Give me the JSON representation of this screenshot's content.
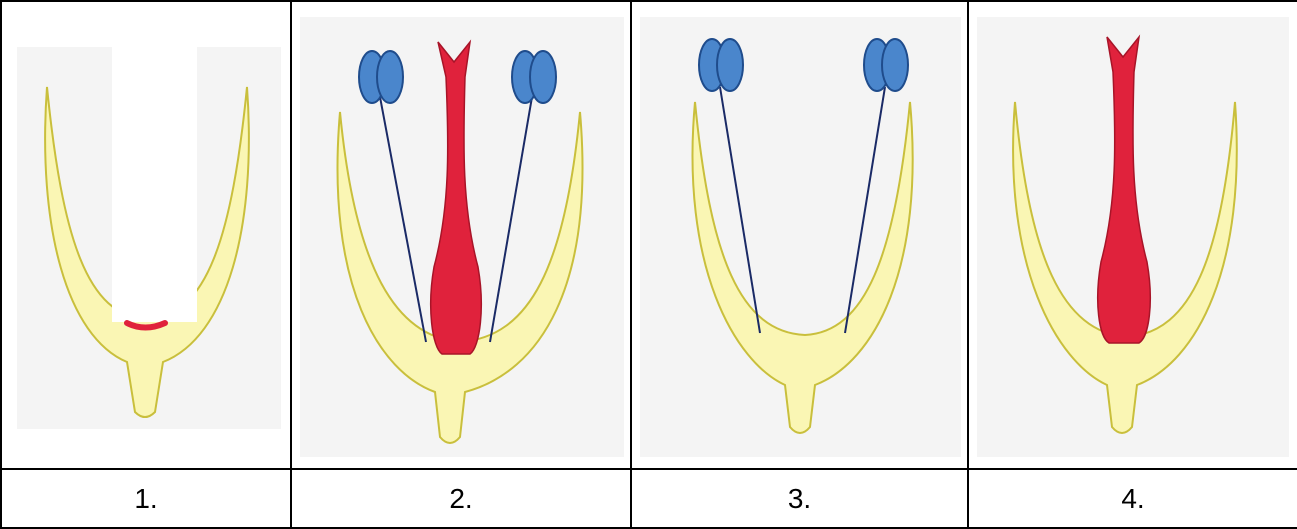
{
  "panels": [
    {
      "label": "1.",
      "parts": [
        "receptacle"
      ]
    },
    {
      "label": "2.",
      "parts": [
        "receptacle",
        "stamens",
        "pistil"
      ]
    },
    {
      "label": "3.",
      "parts": [
        "receptacle",
        "stamens"
      ]
    },
    {
      "label": "4.",
      "parts": [
        "receptacle",
        "pistil"
      ]
    }
  ],
  "colors": {
    "receptacle_fill": "#faf6b4",
    "receptacle_stroke": "#c9bf3c",
    "pistil": "#e0223c",
    "anther": "#4a86cc",
    "filament": "#1a2a66",
    "panel_bg": "#f4f4f4"
  }
}
